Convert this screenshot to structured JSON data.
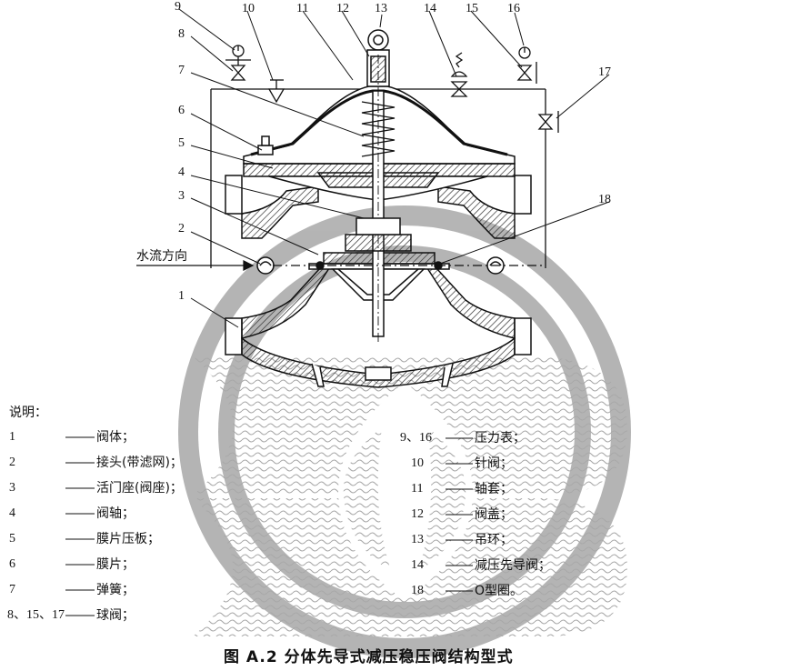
{
  "callouts": [
    {
      "id": "1",
      "label": "1"
    },
    {
      "id": "2",
      "label": "2"
    },
    {
      "id": "3",
      "label": "3"
    },
    {
      "id": "4",
      "label": "4"
    },
    {
      "id": "5",
      "label": "5"
    },
    {
      "id": "6",
      "label": "6"
    },
    {
      "id": "7",
      "label": "7"
    },
    {
      "id": "8",
      "label": "8"
    },
    {
      "id": "9",
      "label": "9"
    },
    {
      "id": "10",
      "label": "10"
    },
    {
      "id": "11",
      "label": "11"
    },
    {
      "id": "12",
      "label": "12"
    },
    {
      "id": "13",
      "label": "13"
    },
    {
      "id": "14",
      "label": "14"
    },
    {
      "id": "15",
      "label": "15"
    },
    {
      "id": "16",
      "label": "16"
    },
    {
      "id": "17",
      "label": "17"
    },
    {
      "id": "18",
      "label": "18"
    }
  ],
  "flow_direction_label": "水流方向",
  "legend": {
    "title": "说明：",
    "left": [
      {
        "num": "1",
        "text": "阀体；"
      },
      {
        "num": "2",
        "text": "接头(带滤网)；"
      },
      {
        "num": "3",
        "text": "活门座(阀座)；"
      },
      {
        "num": "4",
        "text": "阀轴；"
      },
      {
        "num": "5",
        "text": "膜片压板；"
      },
      {
        "num": "6",
        "text": "膜片；"
      },
      {
        "num": "7",
        "text": "弹簧；"
      },
      {
        "num": "8、15、17",
        "text": "球阀；"
      }
    ],
    "right": [
      {
        "num": "9、16",
        "text": "压力表；"
      },
      {
        "num": "10",
        "text": "针阀；"
      },
      {
        "num": "11",
        "text": "轴套；"
      },
      {
        "num": "12",
        "text": "阀盖；"
      },
      {
        "num": "13",
        "text": "吊环；"
      },
      {
        "num": "14",
        "text": "减压先导阀；"
      },
      {
        "num": "18",
        "text": "O型圈。"
      }
    ]
  },
  "caption": "图 A.2   分体先导式减压稳压阀结构型式",
  "colors": {
    "line": "#111111",
    "watermark": "#9a9a9a",
    "hatch": "#555555"
  }
}
